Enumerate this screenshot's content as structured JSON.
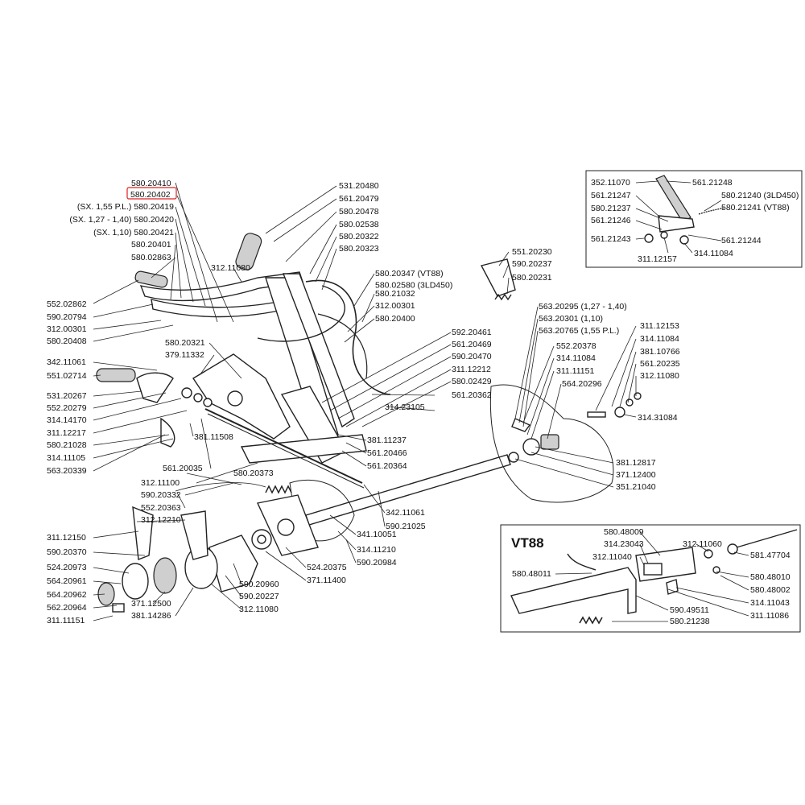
{
  "highlighted_part": "580.20402",
  "inset_vt88_title": "VT88",
  "labels": {
    "l0": "580.20410",
    "l1": "580.20402",
    "l2": "(SX. 1,55 P.L.) 580.20419",
    "l3": "(SX. 1,27 - 1,40) 580.20420",
    "l4": "(SX. 1,10) 580.20421",
    "l5": "580.20401",
    "l6": "580.02863",
    "l7": "552.02862",
    "l8": "590.20794",
    "l9": "312.00301",
    "l10": "580.20408",
    "l11": "580.20321",
    "l12": "379.11332",
    "l13": "342.11061",
    "l14": "551.02714",
    "l15": "531.20267",
    "l16": "552.20279",
    "l17": "314.14170",
    "l18": "311.12217",
    "l19": "580.21028",
    "l20": "314.11105",
    "l21": "563.20339",
    "l22": "381.11508",
    "l23": "561.20035",
    "l24": "312.11100",
    "l25": "590.20332",
    "l26": "552.20363",
    "l27": "312.12210",
    "l28": "580.20373",
    "l29": "311.12150",
    "l30": "590.20370",
    "l31": "524.20973",
    "l32": "564.20961",
    "l33": "564.20962",
    "l34": "562.20964",
    "l35": "311.11151",
    "l36": "371.12500",
    "l37": "381.14286",
    "l38": "590.20960",
    "l39": "590.20227",
    "l40": "312.11080",
    "l41": "524.20375",
    "l42": "371.11400",
    "l43": "341.10051",
    "l44": "314.11210",
    "l45": "590.20984",
    "l46": "342.11061",
    "l47": "590.21025",
    "l48": "531.20480",
    "l49": "561.20479",
    "l50": "580.20478",
    "l51": "580.02538",
    "l52": "580.20322",
    "l53": "580.20323",
    "l54": "312.11080",
    "l55": "580.20347 (VT88)",
    "l56": "580.02580 (3LD450)",
    "l57": "580.21032",
    "l58": "312.00301",
    "l59": "580.20400",
    "l60": "592.20461",
    "l61": "561.20469",
    "l62": "590.20470",
    "l63": "311.12212",
    "l64": "580.02429",
    "l65": "561.20362",
    "l66": "314.23105",
    "l67": "381.11237",
    "l68": "561.20466",
    "l69": "561.20364",
    "l70": "551.20230",
    "l71": "590.20237",
    "l72": "580.20231",
    "l73": "563.20295 (1,27 - 1,40)",
    "l74": "563.20301 (1,10)",
    "l75": "563.20765 (1,55 P.L.)",
    "l76": "552.20378",
    "l77": "314.11084",
    "l78": "311.11151",
    "l79": "564.20296",
    "l80": "311.12153",
    "l81": "314.11084",
    "l82": "381.10766",
    "l83": "561.20235",
    "l84": "312.11080",
    "l85": "314.31084",
    "l86": "381.12817",
    "l87": "371.12400",
    "l88": "351.21040",
    "l89": "352.11070",
    "l90": "561.21247",
    "l91": "580.21237",
    "l92": "561.21246",
    "l93": "561.21243",
    "l94": "311.12157",
    "l95": "561.21248",
    "l96": "580.21240 (3LD450)",
    "l97": "580.21241 (VT88)",
    "l98": "561.21244",
    "l99": "314.11084",
    "l100": "580.48009",
    "l101": "314.23043",
    "l102": "312.11040",
    "l103": "580.48011",
    "l104": "312.11060",
    "l105": "581.47704",
    "l106": "580.48010",
    "l107": "580.48002",
    "l108": "314.11043",
    "l109": "590.49511",
    "l110": "311.11086",
    "l111": "580.21238"
  }
}
